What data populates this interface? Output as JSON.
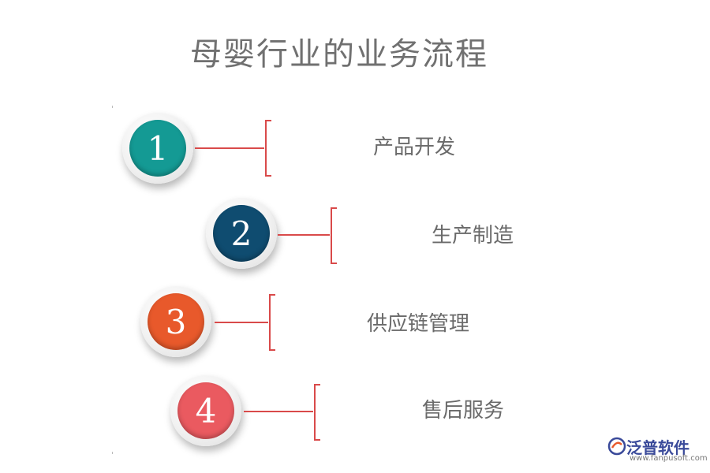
{
  "title": "母婴行业的业务流程",
  "steps": [
    {
      "number": "1",
      "label": "产品开发",
      "color": "#149a94"
    },
    {
      "number": "2",
      "label": "生产制造",
      "color": "#0f4c70"
    },
    {
      "number": "3",
      "label": "供应链管理",
      "color": "#e8592b"
    },
    {
      "number": "4",
      "label": "售后服务",
      "color": "#ea5a60"
    }
  ],
  "logo": {
    "name": "泛普软件",
    "url": "www.fanpusoft.com",
    "icon": "fanpu-logo-icon"
  }
}
